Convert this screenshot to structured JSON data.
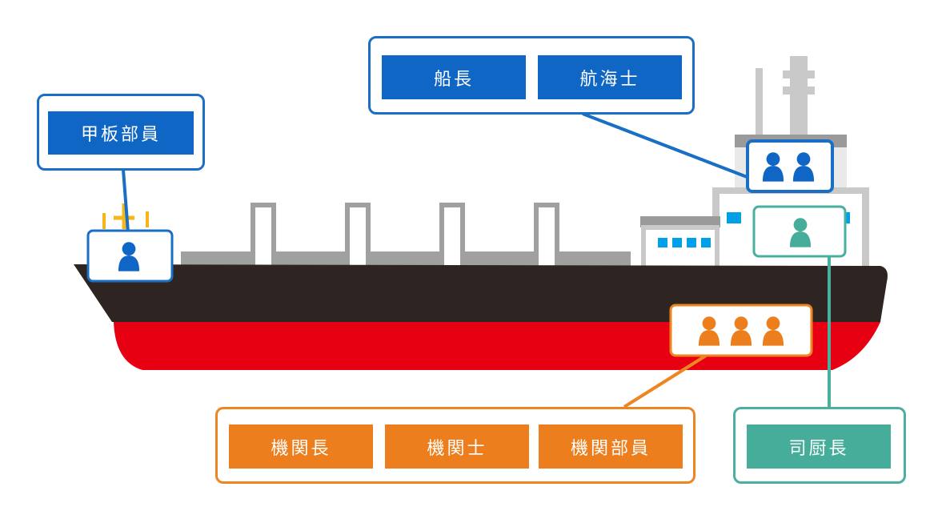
{
  "roles": {
    "deck_crew": "甲板部員",
    "captain": "船長",
    "navigator": "航海士",
    "chief_engineer": "機関長",
    "engineer": "機関士",
    "engine_crew": "機関部員",
    "chief_cook": "司厨長"
  },
  "colors": {
    "deck_blue": "#0f66c4",
    "engine_orange": "#ec7e1d",
    "galley_teal": "#45ad99",
    "hull_dark": "#2e2523",
    "hull_red": "#e60012"
  }
}
